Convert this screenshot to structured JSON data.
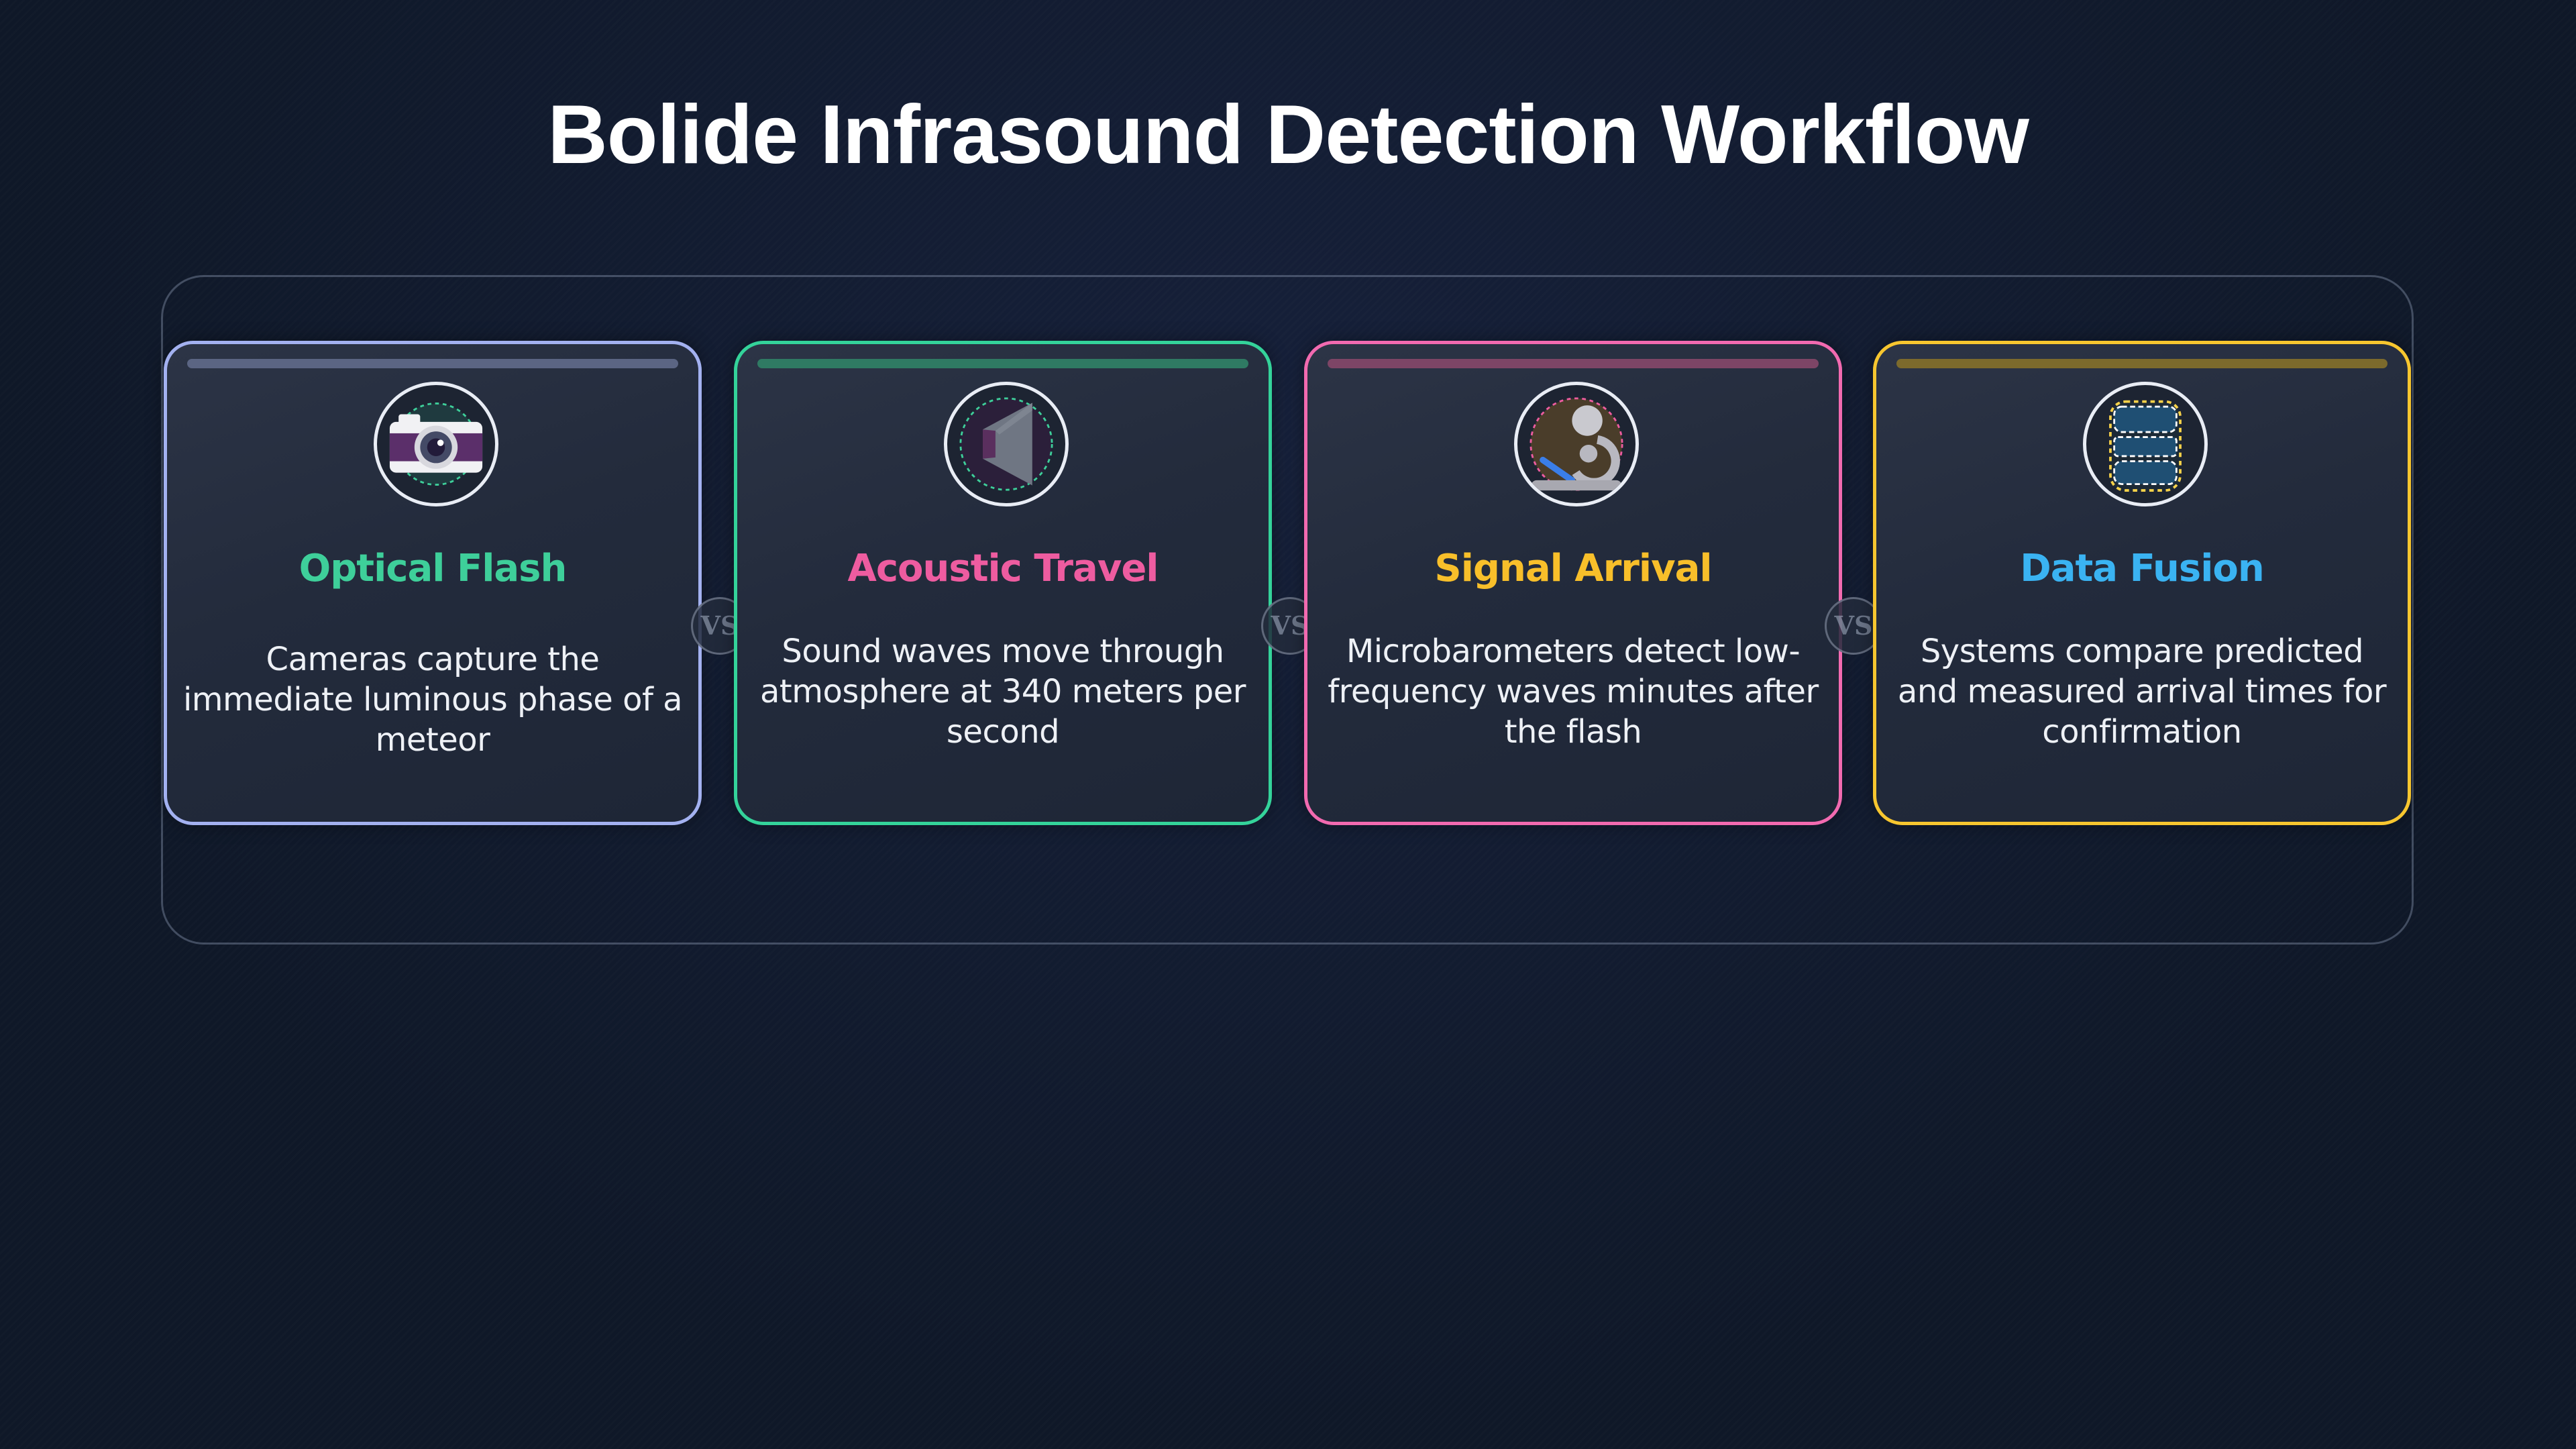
{
  "title": "Bolide Infrasound Detection Workflow",
  "separator_label": "VS",
  "steps": [
    {
      "label": "Optical Flash",
      "description": "Cameras capture the immediate luminous phase of a meteor",
      "icon": "camera-icon",
      "border_color": "#a3b1f0",
      "label_color": "#3ecf9a",
      "bar_color": "#5b6583"
    },
    {
      "label": "Acoustic Travel",
      "description": "Sound waves move through atmosphere at 340 meters per second",
      "icon": "speaker-icon",
      "border_color": "#34d39a",
      "label_color": "#ee5ca0",
      "bar_color": "#2f7a63"
    },
    {
      "label": "Signal Arrival",
      "description": "Microbarometers detect low-frequency waves minutes after the flash",
      "icon": "microscope-icon",
      "border_color": "#f26ab0",
      "label_color": "#f8bf2a",
      "bar_color": "#7d4566"
    },
    {
      "label": "Data Fusion",
      "description": "Systems compare predicted and measured arrival times for confirmation",
      "icon": "database-icon",
      "border_color": "#f7c62f",
      "label_color": "#3ab3f2",
      "bar_color": "#7c6a2c"
    }
  ]
}
